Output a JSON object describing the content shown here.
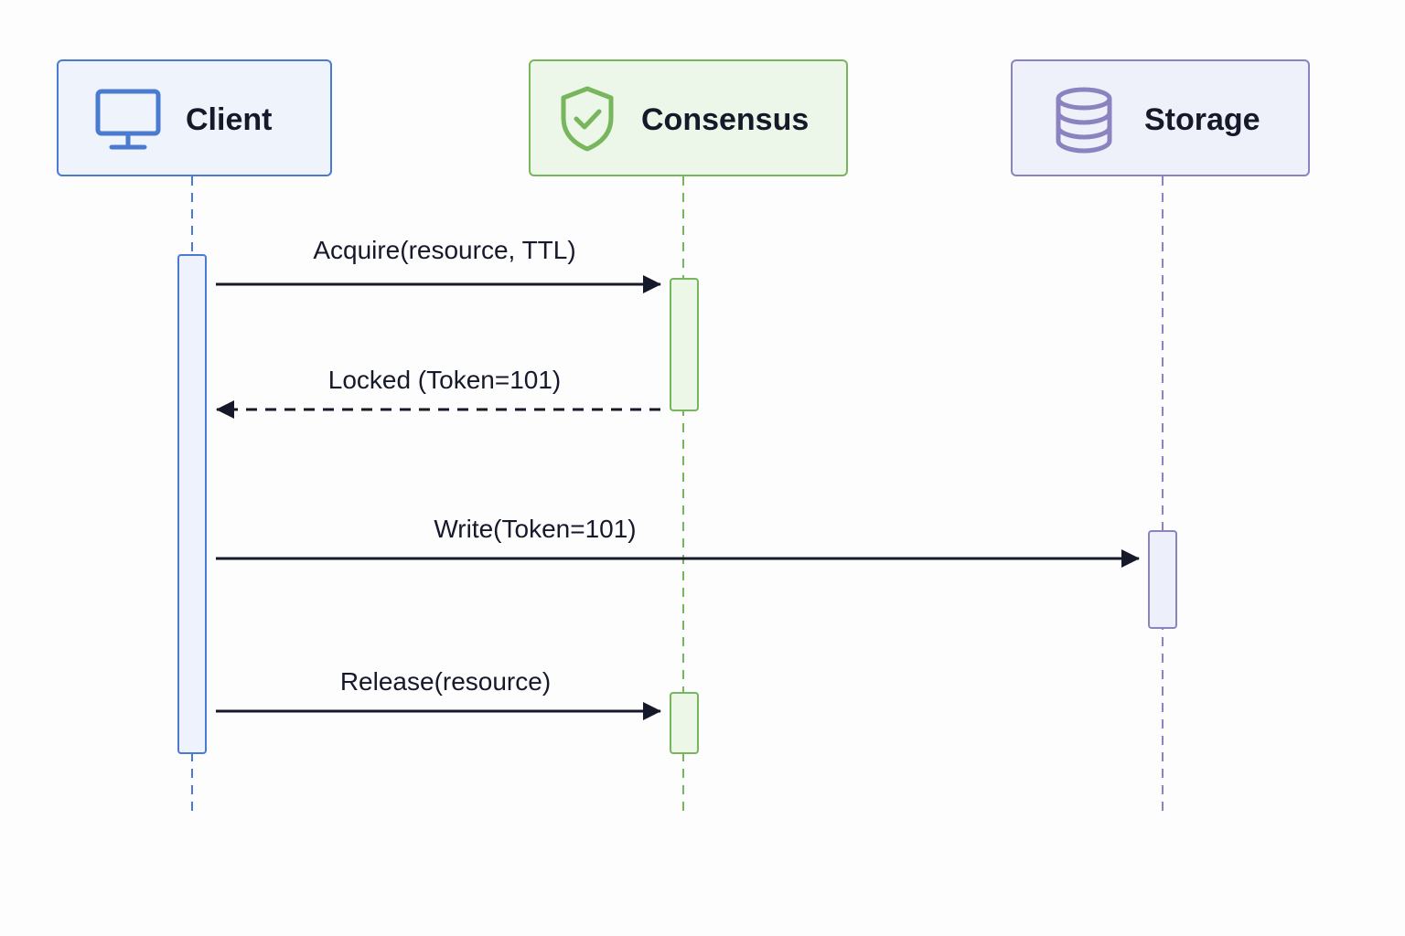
{
  "participants": {
    "client": {
      "label": "Client",
      "icon": "monitor-icon",
      "color": "#4a7bd0"
    },
    "consensus": {
      "label": "Consensus",
      "icon": "shield-check-icon",
      "color": "#77b65c"
    },
    "storage": {
      "label": "Storage",
      "icon": "database-icon",
      "color": "#8a83c0"
    }
  },
  "messages": [
    {
      "from": "Client",
      "to": "Consensus",
      "label": "Acquire(resource, TTL)",
      "style": "solid"
    },
    {
      "from": "Consensus",
      "to": "Client",
      "label": "Locked (Token=101)",
      "style": "dashed"
    },
    {
      "from": "Client",
      "to": "Storage",
      "label": "Write(Token=101)",
      "style": "solid"
    },
    {
      "from": "Client",
      "to": "Consensus",
      "label": "Release(resource)",
      "style": "solid"
    }
  ],
  "colors": {
    "arrow": "#15192a"
  }
}
